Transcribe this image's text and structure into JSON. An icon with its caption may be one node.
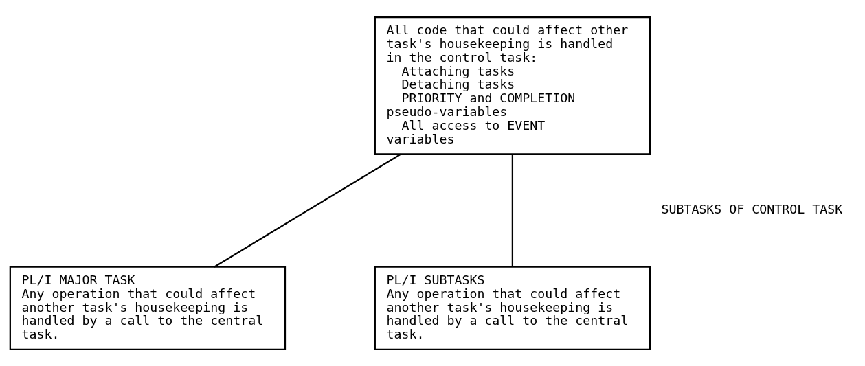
{
  "diagram": {
    "nodes": [
      {
        "text": [
          "All code that could affect other task's housekeeping is handled in the control task:",
          "Attaching tasks",
          "Detaching tasks",
          "PRIORITY and COMPLETION pseudo-variables",
          "All access to EVENT variables"
        ]
      },
      {
        "text": [
          "PL/I MAJOR TASK",
          "Any operation that could affect another task's housekeeping is handled by a call to the central task."
        ]
      },
      {
        "text": [
          "PL/I SUBTASKS",
          "Any operation that could affect another task's housekeeping is handled by a call to the central task."
        ]
      }
    ],
    "edges": [
      {
        "from": 0,
        "to": 1,
        "arrow": "none"
      },
      {
        "from": 0,
        "to": 2,
        "arrow": "none"
      }
    ],
    "labels": [
      "SUBTASKS OF CONTROL TASK"
    ]
  }
}
